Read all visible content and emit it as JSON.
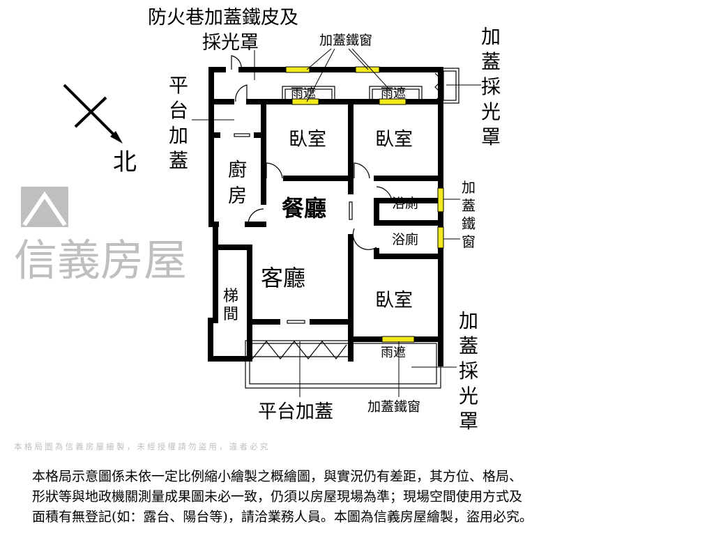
{
  "compass": {
    "direction": "北"
  },
  "rooms": {
    "bedroom1": "臥室",
    "bedroom2": "臥室",
    "bedroom3": "臥室",
    "kitchen_1": "廚",
    "kitchen_2": "房",
    "dining": "餐廳",
    "living": "客廳",
    "bath1": "浴廁",
    "bath2": "浴廁",
    "stair_1": "梯",
    "stair_2": "間"
  },
  "annotations": {
    "top_left_1": "防火巷加蓋鐵皮及",
    "top_left_2": "採光罩",
    "top_windows": "加蓋鐵窗",
    "awning_1": "雨遮",
    "awning_2": "雨遮",
    "awning_3": "雨遮",
    "platform_left": [
      "平",
      "台",
      "加",
      "蓋"
    ],
    "skylight_top": [
      "加",
      "蓋",
      "採",
      "光",
      "罩"
    ],
    "iron_window_right": [
      "加",
      "蓋",
      "鐵",
      "窗"
    ],
    "skylight_bottom": [
      "加",
      "蓋",
      "採",
      "光",
      "罩"
    ],
    "platform_bottom": "平台加蓋",
    "bottom_window": "加蓋鐵窗"
  },
  "watermark": {
    "brand": "信義房屋",
    "notice": "本格局圖為信義房屋繪製，未經授權請勿盜用，違者必究"
  },
  "colors": {
    "wall": "#000000",
    "window": "#f2ea1c",
    "watermark": "#8c8c8c"
  },
  "disclaimer": [
    "本格局示意圖係未依一定比例縮小繪製之概繪圖，與實況仍有差距，其方位、格局、",
    "形狀等與地政機關測量成果圖未必一致，仍須以房屋現場為準；現場空間使用方式及",
    "面積有無登記(如：露台、陽台等)，請洽業務人員。本圖為信義房屋繪製，盜用必究。"
  ]
}
